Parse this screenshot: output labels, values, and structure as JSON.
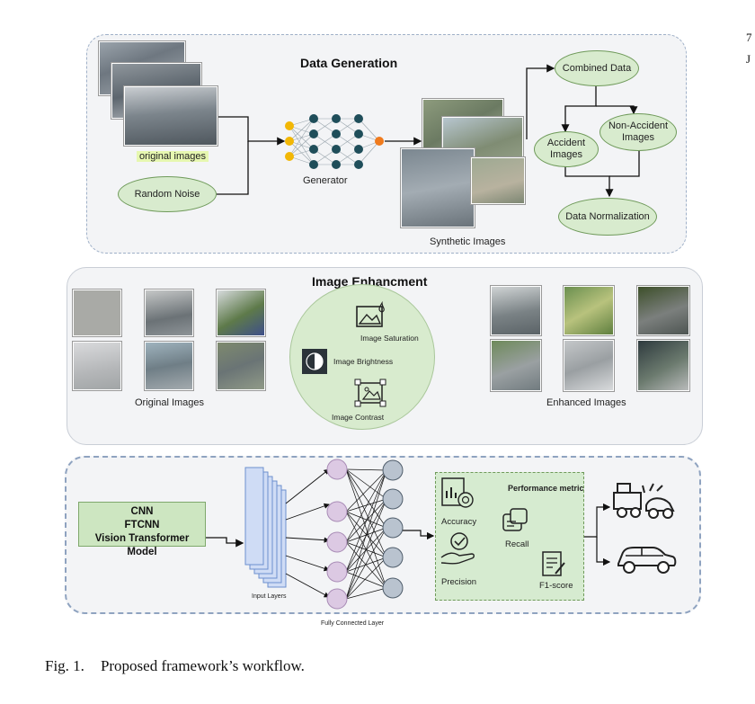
{
  "data_generation": {
    "title": "Data Generation",
    "original_images": "original images",
    "random_noise": "Random Noise",
    "generator": "Generator",
    "synthetic_images": "Synthetic Images",
    "combined_data": "Combined Data",
    "accident_images": "Accident Images",
    "non_accident_images": "Non-Accident Images",
    "data_normalization": "Data Normalization"
  },
  "image_enhancement": {
    "title": "Image Enhancment",
    "original_images": "Original Images",
    "enhanced_images": "Enhanced Images",
    "saturation": "Image Saturation",
    "brightness": "Image Brightness",
    "contrast": "Image Contrast"
  },
  "classification": {
    "models": [
      "CNN",
      "FTCNN",
      "Vision Transformer Model"
    ],
    "input_layers": "Input Layers",
    "fully_connected": "Fully Connected Layer",
    "performance_metric": "Performance metric",
    "accuracy": "Accuracy",
    "recall": "Recall",
    "precision": "Precision",
    "f1": "F1-score"
  },
  "caption": {
    "fig": "Fig. 1.",
    "text": "Proposed framework’s workflow."
  },
  "edge_marks": [
    "7",
    "J"
  ],
  "colors": {
    "oval_fill": "#d8ebce",
    "oval_border": "#6f9a5a",
    "panel_bg": "#f3f4f6",
    "node_teal": "#1f4e5a",
    "node_yellow": "#f2b705",
    "node_orange": "#f07b1d",
    "neuron_purple": "#dcc9e3",
    "neuron_gray": "#b9c3cf",
    "input_layer_blue": "#cfdcf5"
  }
}
